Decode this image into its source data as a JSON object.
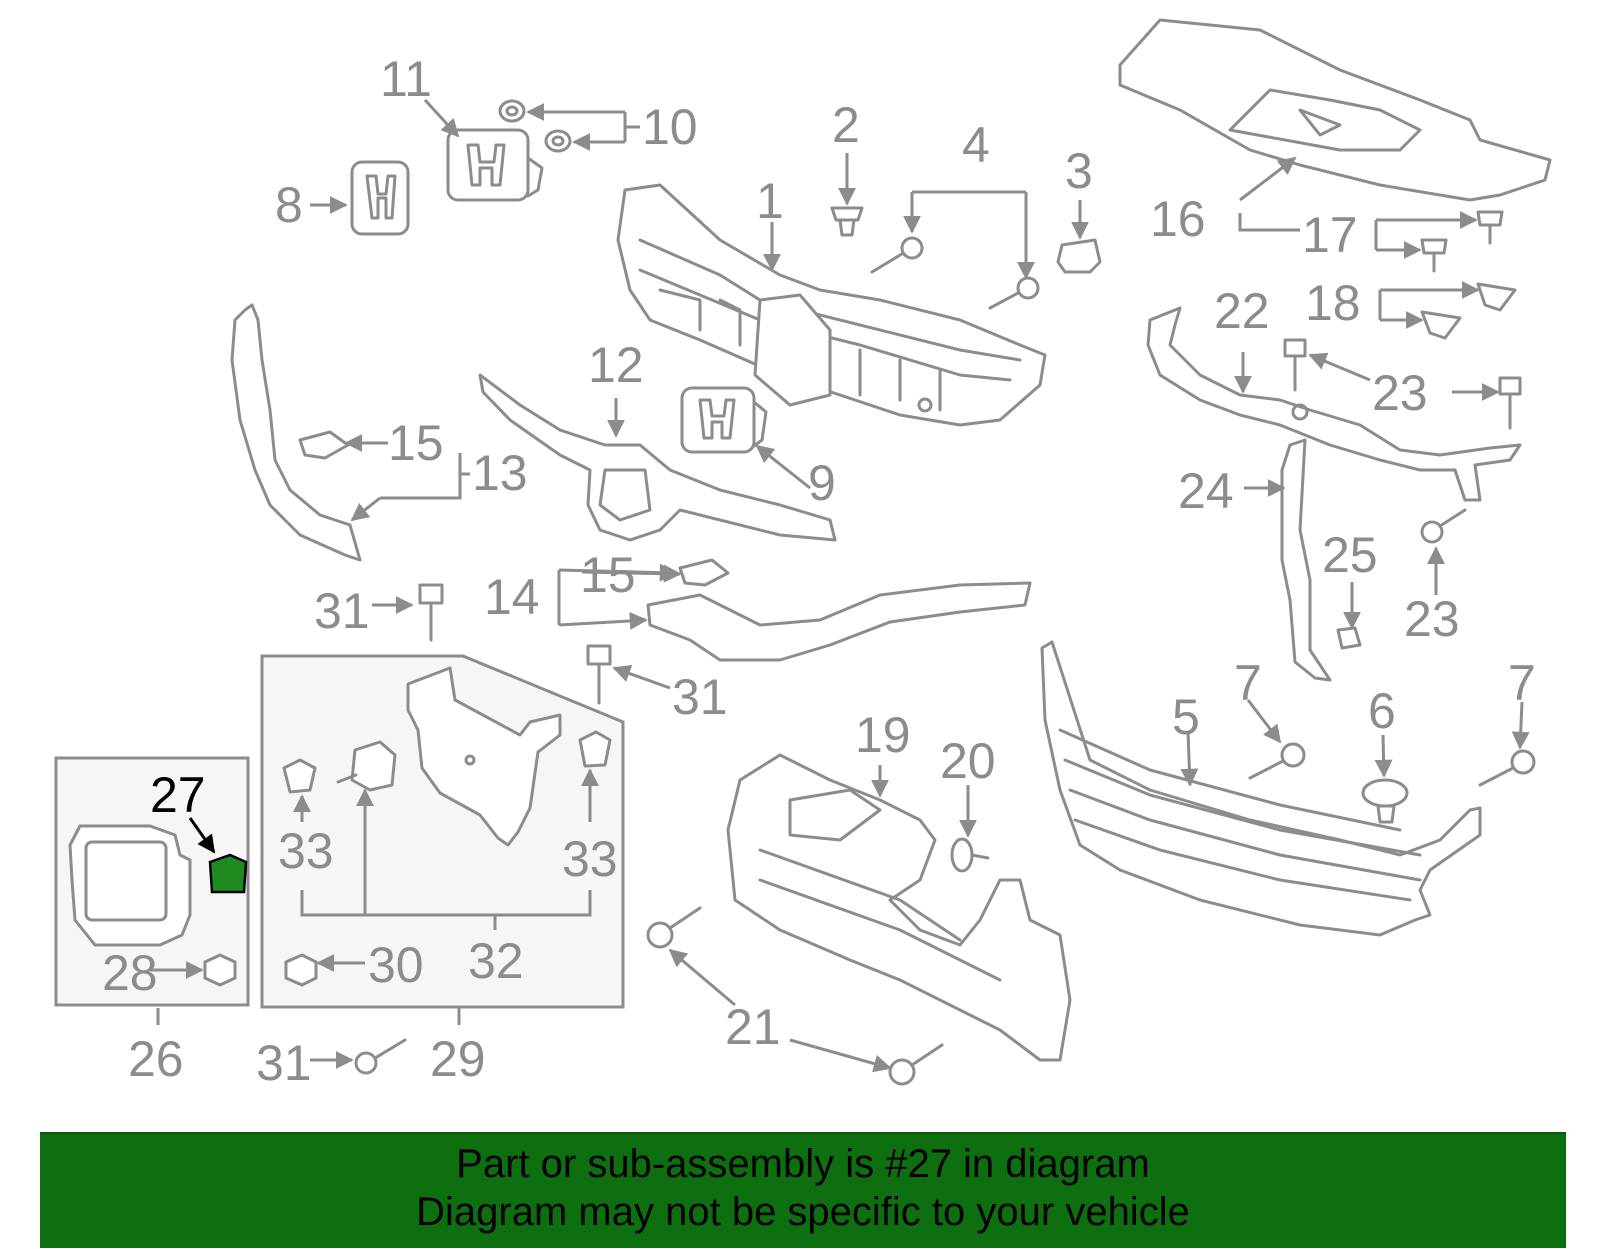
{
  "callouts": {
    "c1": "1",
    "c2": "2",
    "c3": "3",
    "c4": "4",
    "c5": "5",
    "c6": "6",
    "c7": "7",
    "c8": "8",
    "c9": "9",
    "c10": "10",
    "c11": "11",
    "c12": "12",
    "c13": "13",
    "c14": "14",
    "c15": "15",
    "c16": "16",
    "c17": "17",
    "c18": "18",
    "c19": "19",
    "c20": "20",
    "c21": "21",
    "c22": "22",
    "c23": "23",
    "c24": "24",
    "c25": "25",
    "c26": "26",
    "c27": "27",
    "c28": "28",
    "c29": "29",
    "c30": "30",
    "c31": "31",
    "c32": "32",
    "c33": "33"
  },
  "highlight": {
    "part_number": "27",
    "color": "#1f8a1f"
  },
  "banner": {
    "line1": "Part or sub-assembly is #27 in diagram",
    "line2": "Diagram may not be specific to your vehicle",
    "background": "#0d6f10"
  }
}
